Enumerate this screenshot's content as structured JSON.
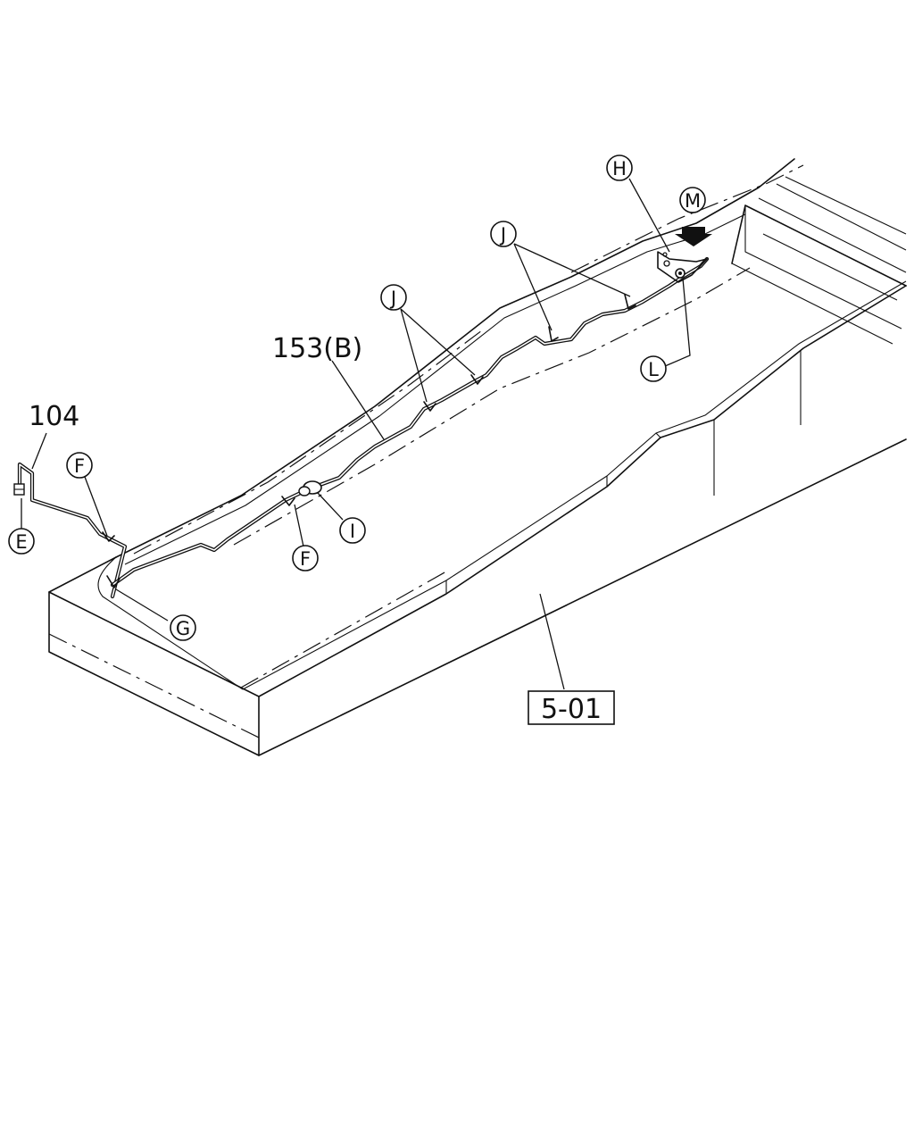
{
  "diagram": {
    "part_numbers": {
      "pipe_104": "104",
      "pipe_153b": "153(B)",
      "frame_ref": "5-01"
    },
    "callouts": {
      "E": "E",
      "F_upper": "F",
      "F_lower": "F",
      "G": "G",
      "H": "H",
      "I": "I",
      "J_left": "J",
      "J_right": "J",
      "L": "L",
      "M": "M"
    }
  }
}
